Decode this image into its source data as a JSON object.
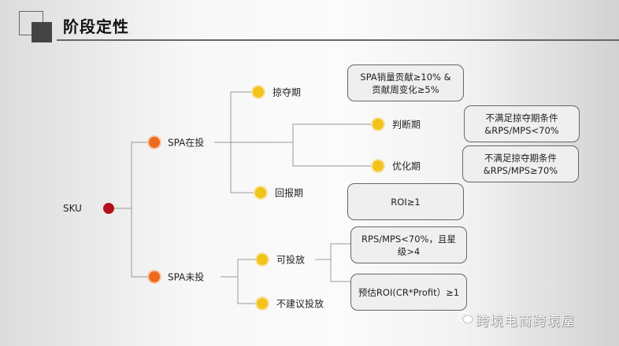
{
  "header": {
    "title": "阶段定性"
  },
  "tree": {
    "root": "SKU",
    "level1": [
      "SPA在投",
      "SPA未投"
    ],
    "spa_active": [
      "掠夺期",
      "判断期",
      "优化期",
      "回报期"
    ],
    "spa_inactive": [
      "可投放",
      "不建议投放"
    ]
  },
  "conditions": {
    "plunder": "SPA销量贡献≥10% & 贡献周变化≥5%",
    "judge_line1": "不满足掠夺期条件",
    "judge_line2": "&RPS/MPS<70%",
    "optimize_line1": "不满足掠夺期条件",
    "optimize_line2": "&RPS/MPS≥70%",
    "return": "ROI≥1",
    "launch_a": "RPS/MPS<70%，且星级>4",
    "launch_b": "预估ROI(CR*Profit）≥1"
  },
  "watermark": "跨境电商跨境屋",
  "colors": {
    "root": "#b3121a",
    "level1": "#ee6a1e",
    "level2": "#f2c31a"
  }
}
